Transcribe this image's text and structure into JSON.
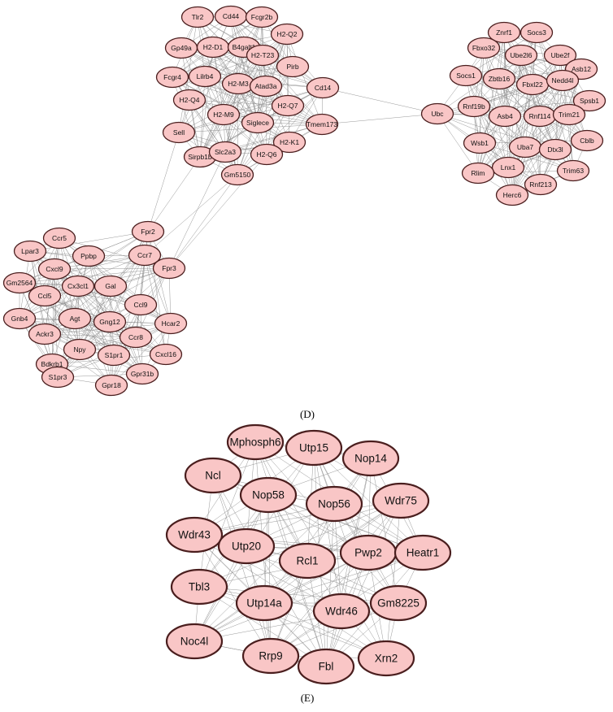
{
  "panels": [
    {
      "label": "(D)",
      "clusters": [
        {
          "id": "mhc",
          "nodes": [
            "Tlr2",
            "Cd44",
            "Fcgr2b",
            "Gp49a",
            "H2-D1",
            "B4galt1",
            "H2-T23",
            "H2-Q2",
            "Fcgr4",
            "Lilrb4",
            "H2-M3",
            "Atad3a",
            "Pirb",
            "H2-Q4",
            "Cd14",
            "H2-M9",
            "Siglece",
            "H2-Q7",
            "Tmem173",
            "Sell",
            "H2-K1",
            "Sirpb1b",
            "Slc2a3",
            "H2-Q6",
            "Gm5150"
          ]
        },
        {
          "id": "ubiquitin",
          "nodes": [
            "Znrf1",
            "Socs3",
            "Fbxo32",
            "Ube2l6",
            "Ube2f",
            "Asb12",
            "Socs1",
            "Zbtb16",
            "Fbxl22",
            "Nedd4l",
            "Ubc",
            "Rnf19b",
            "Spsb1",
            "Asb4",
            "Rnf114",
            "Trim21",
            "Wsb1",
            "Uba7",
            "Dtx3l",
            "Cblb",
            "Lnx1",
            "Rlim",
            "Trim63",
            "Herc6",
            "Rnf213"
          ]
        },
        {
          "id": "chemokine",
          "nodes": [
            "Fpr2",
            "Ccr5",
            "Lpar3",
            "Ppbp",
            "Ccr7",
            "Cxcl9",
            "Fpr3",
            "Gm2564",
            "Cx3cl1",
            "Gal",
            "Ccl5",
            "Ccl9",
            "Gnb4",
            "Agt",
            "Gng12",
            "Hcar2",
            "Ackr3",
            "Ccr8",
            "Npy",
            "Bdkrb1",
            "S1pr1",
            "Cxcl16",
            "Gpr31b",
            "S1pr3",
            "Gpr18"
          ]
        }
      ],
      "bridges": [
        [
          "Tmem173",
          "Ubc"
        ],
        [
          "Cd14",
          "Ubc"
        ],
        [
          "Sirpb1b",
          "Fpr2"
        ],
        [
          "Slc2a3",
          "Fpr3"
        ],
        [
          "Gm5150",
          "Ccr7"
        ],
        [
          "Sell",
          "Fpr2"
        ],
        [
          "Gm5150",
          "Fpr3"
        ],
        [
          "H2-Q6",
          "Fpr3"
        ]
      ]
    },
    {
      "label": "(E)",
      "clusters": [
        {
          "id": "ribosome-biogenesis",
          "nodes": [
            "Mphosph6",
            "Utp15",
            "Nop14",
            "Ncl",
            "Nop58",
            "Nop56",
            "Wdr75",
            "Wdr43",
            "Utp20",
            "Rcl1",
            "Pwp2",
            "Heatr1",
            "Tbl3",
            "Utp14a",
            "Wdr46",
            "Gm8225",
            "Noc4l",
            "Rrp9",
            "Fbl",
            "Xrn2"
          ]
        }
      ],
      "bridges": []
    }
  ]
}
